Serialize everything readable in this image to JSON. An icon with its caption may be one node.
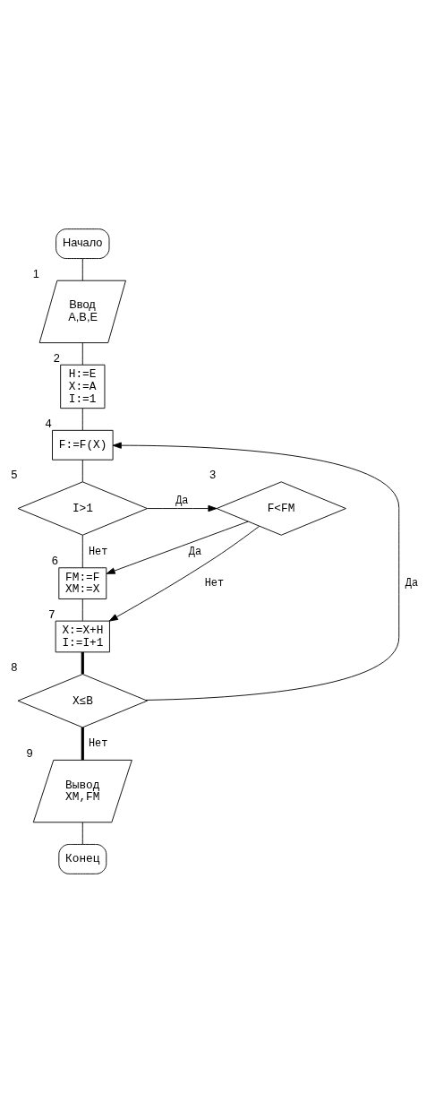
{
  "diagram": {
    "nodes": [
      {
        "text": [
          "Начало"
        ]
      },
      {
        "text": [
          "Ввод A,B,E"
        ],
        "beside": [
          "1"
        ]
      },
      {
        "text": [
          "H:=E X:=A I:=1"
        ],
        "beside": [
          "2"
        ]
      },
      {
        "text": [
          "F:=F(X)"
        ],
        "beside": [
          "4"
        ]
      },
      {
        "text": [
          "I>1"
        ],
        "beside": [
          "5"
        ]
      },
      {
        "text": [
          "F<FM"
        ],
        "beside": [
          "3"
        ]
      },
      {
        "text": [
          "FM:=F XM:=X"
        ],
        "beside": [
          "6"
        ]
      },
      {
        "text": [
          "X:=X+H I:=I+1"
        ],
        "beside": [
          "7"
        ]
      },
      {
        "text": [
          "X≤B"
        ],
        "beside": [
          "8"
        ]
      },
      {
        "text": [
          "Вывод XM,FM"
        ],
        "beside": [
          "9"
        ]
      },
      {
        "text": [
          "Конец"
        ]
      }
    ],
    "edges": [
      {
        "from": 0,
        "to": 1,
        "arrow": "none"
      },
      {
        "from": 1,
        "to": 2,
        "arrow": "none"
      },
      {
        "from": 2,
        "to": 3,
        "arrow": "none"
      },
      {
        "from": 3,
        "to": 4,
        "arrow": "none"
      },
      {
        "from": 4,
        "to": 5,
        "arrow": "to",
        "label": "Да"
      },
      {
        "from": 4,
        "to": 6,
        "arrow": "none",
        "label": "Нет"
      },
      {
        "from": 5,
        "to": 6,
        "arrow": "to",
        "label": "Да"
      },
      {
        "from": 5,
        "to": 7,
        "arrow": "to",
        "label": "Нет"
      },
      {
        "from": 6,
        "to": 7,
        "arrow": "none"
      },
      {
        "from": 7,
        "to": 8,
        "arrow": "none",
        "style": "thick"
      },
      {
        "from": 8,
        "to": 3,
        "arrow": "to",
        "label": "Да"
      },
      {
        "from": 8,
        "to": 9,
        "arrow": "none",
        "label": "Нет",
        "style": "thick"
      },
      {
        "from": 9,
        "to": 10,
        "arrow": "none"
      }
    ]
  }
}
